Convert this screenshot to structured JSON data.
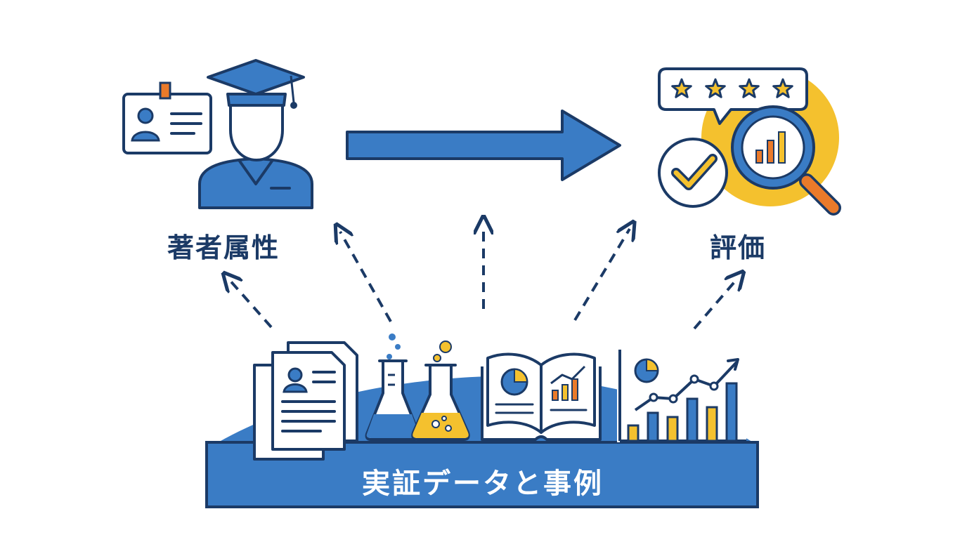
{
  "labels": {
    "author": "著者属性",
    "evaluation": "評価",
    "base": "実証データと事例"
  },
  "icons": {
    "author": [
      "id-card-icon",
      "graduate-icon"
    ],
    "evaluation": [
      "rating-bubble-icon",
      "checkmark-circle-icon",
      "magnifier-chart-icon"
    ],
    "evidence": [
      "documents-icon",
      "flasks-icon",
      "report-book-icon",
      "growth-chart-icon"
    ]
  },
  "colors": {
    "primary_blue": "#3a7cc5",
    "dark_outline": "#1b3a66",
    "accent_yellow": "#f4c12e",
    "accent_orange": "#ea7a2a"
  }
}
